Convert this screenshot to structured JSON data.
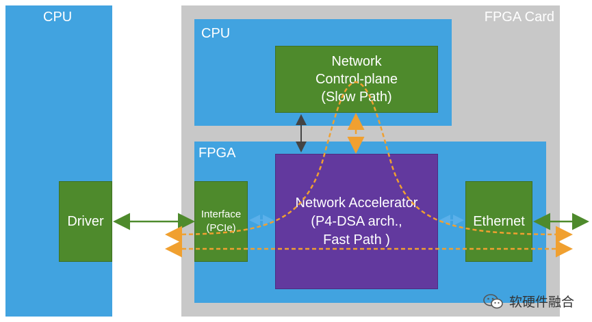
{
  "host": {
    "label": "CPU",
    "driver": "Driver"
  },
  "card": {
    "label": "FPGA Card",
    "cpu": {
      "label": "CPU",
      "control_plane": "Network\nControl-plane\n(Slow Path)"
    },
    "fpga": {
      "label": "FPGA",
      "interface": "Interface\n(PCIe)",
      "accelerator": "Network Accelerator\n(P4-DSA arch.,\nFast Path )",
      "ethernet": "Ethernet"
    }
  },
  "watermark": {
    "text": "软硬件融合",
    "icon": "wechat-icon"
  },
  "colors": {
    "blue": "#41a3e0",
    "green": "#4e8a2c",
    "purple": "#62399e",
    "gray": "#c8c8c8",
    "orange_path": "#f0a030",
    "green_arrow": "#4e8a2c",
    "dark_arrow": "#444444"
  }
}
